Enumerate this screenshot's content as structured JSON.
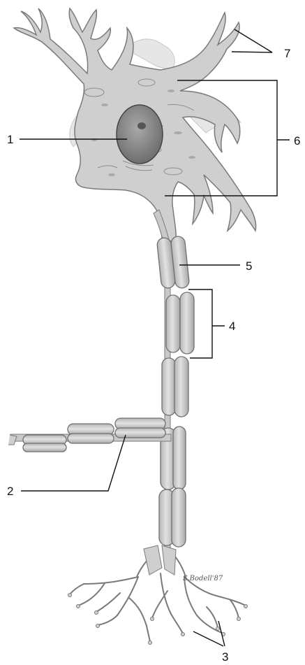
{
  "diagram": {
    "labels": {
      "l1": "1",
      "l2": "2",
      "l3": "3",
      "l4": "4",
      "l5": "5",
      "l6": "6",
      "l7": "7"
    },
    "artist_signature": "S.Bodell'87",
    "colors": {
      "ink": "#111111",
      "cell": "#cfcfcf",
      "cell_edge": "#7a7a7a",
      "nucleus": "#8a8a8a",
      "myelin": "#c4c4c4"
    }
  }
}
